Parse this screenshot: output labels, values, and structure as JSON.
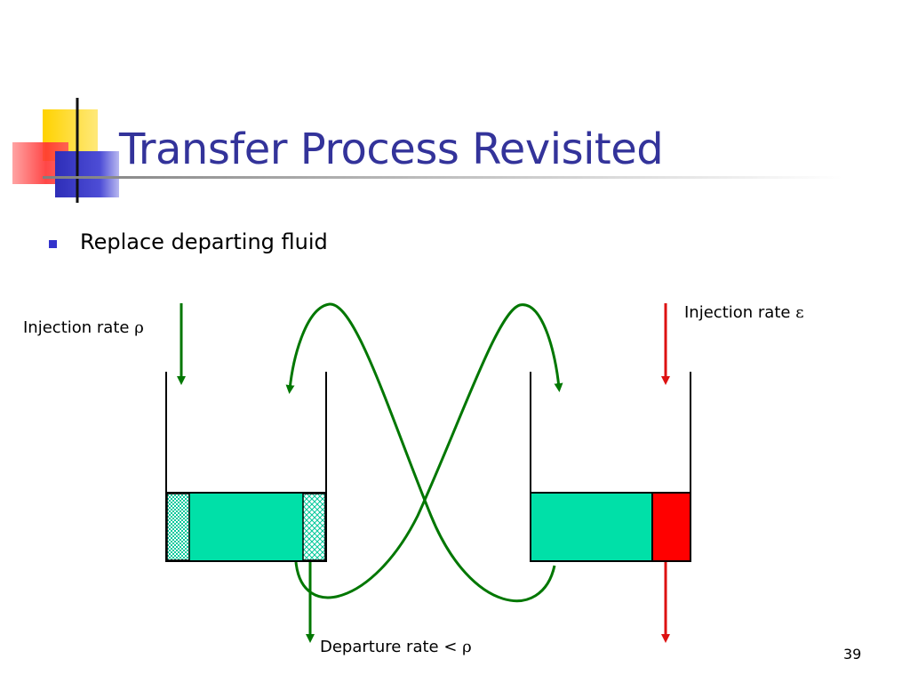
{
  "slide": {
    "title": "Transfer Process Revisited",
    "bullets": [
      {
        "text": "Replace departing fluid"
      }
    ],
    "page_number": "39"
  },
  "diagram": {
    "injection_left": {
      "text": "Injection rate ",
      "symbol": "ρ"
    },
    "injection_right": {
      "text": "Injection rate ",
      "symbol": "ε"
    },
    "departure": {
      "text": "Departure rate < ",
      "symbol": "ρ"
    }
  },
  "colors": {
    "title": "#33339a",
    "bullet": "#3333cc",
    "fluid": "#00e0a8",
    "arrow_green": "#007700",
    "arrow_red": "#dd1111",
    "red_fluid": "#ff0000"
  }
}
